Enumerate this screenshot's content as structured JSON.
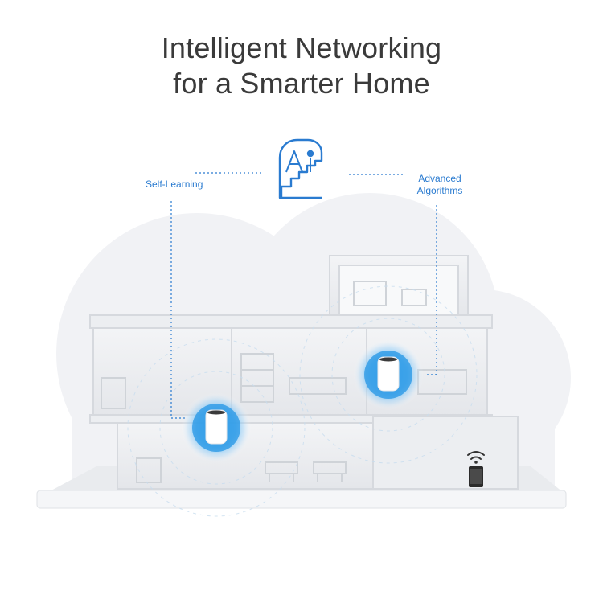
{
  "headline": {
    "line1": "Intelligent Networking",
    "line2": "for a Smarter Home"
  },
  "callouts": {
    "left": "Self-Learning",
    "right_line1": "Advanced",
    "right_line2": "Algorithms"
  },
  "icons": {
    "ai": "ai-head-icon",
    "wifi": "wifi-icon",
    "phone": "smartphone-icon",
    "router": "mesh-router-icon"
  },
  "colors": {
    "accent_blue": "#2a7bd0",
    "glow_blue": "#3fa9f5",
    "headline": "#3a3a3a",
    "cloud": "#eef0f3",
    "house_wall": "#e6e8ec"
  }
}
